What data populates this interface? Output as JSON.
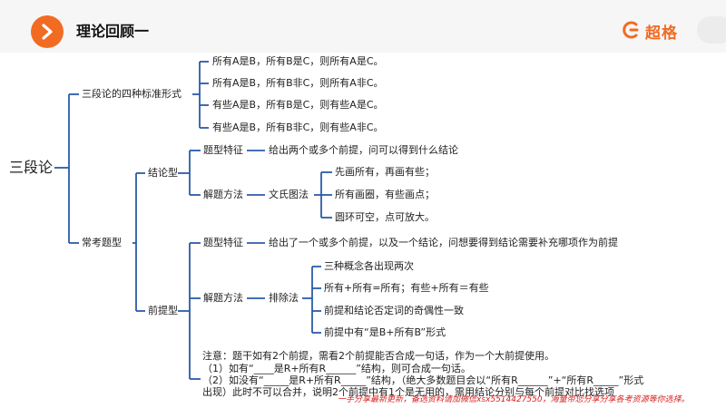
{
  "header": {
    "title": "理论回顾一",
    "brand": "超格",
    "brand_color": "#f26b22",
    "icons": [
      "chevron-right-icon",
      "brand-logo-icon"
    ]
  },
  "tree": {
    "root": "三段论",
    "standard": {
      "label": "三段论的四种标准形式",
      "items": [
        "所有A是B，所有B是C，则所有A是C。",
        "所有A是B，所有B非C，则所有A非C。",
        "有些A是B，所有B是C，则有些A是C。",
        "有些A是B，所有B非C，则有些A非C。"
      ]
    },
    "common": {
      "label": "常考题型",
      "conclusion": {
        "label": "结论型",
        "feature_label": "题型特征",
        "feature_text": "给出两个或多个前提，问可以得到什么结论",
        "method_label": "解题方法",
        "venn_label": "文氏图法",
        "venn_items": [
          "先画所有，再画有些；",
          "所有画圈，有些画点；",
          "圆环可空，点可放大。"
        ]
      },
      "premise": {
        "label": "前提型",
        "feature_label": "题型特征",
        "feature_text": "给出了一个或多个前提，以及一个结论，问想要得到结论需要补充哪项作为前提",
        "method_label": "解题方法",
        "elim_label": "排除法",
        "elim_items": [
          "三种概念各出现两次",
          "所有+所有=所有；有些+所有＝有些",
          "前提和结论否定词的奇偶性一致",
          "前提中有“是B+所有B”形式"
        ]
      }
    }
  },
  "notes": [
    "注意：题干如有2个前提，需看2个前提能否合成一句话，作为一个大前提使用。",
    "（1）如有“____是R+所有R______”结构，则可合成一句话。",
    "（2）如没有“_____是R+所有R_____”结构，（绝大多数题目会以“所有R______”+“所有R_____”形式",
    "出现）此时不可以合并，说明2个前提中有1个是无用的，需用结论分别与每个前提对比找选项"
  ],
  "watermark": "一手分享最新更新，备选资料请加微信xsx5514427550，海量带您分享分享各考资源等你选择。",
  "colors": {
    "line": "#2b5ba8",
    "accent": "#f26b22"
  }
}
